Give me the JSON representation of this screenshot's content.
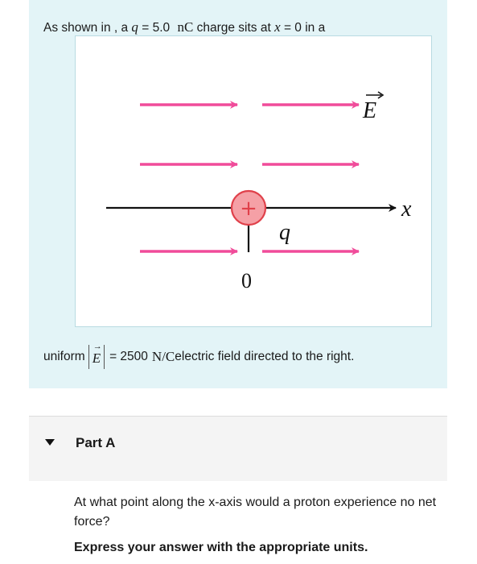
{
  "problem": {
    "intro_prefix": "As shown in , a ",
    "charge_symbol": "q",
    "charge_equals": " = 5.0 ",
    "charge_unit": "nC",
    "intro_mid": " charge sits at ",
    "position_symbol": "x",
    "position_equals": " = 0 in a",
    "outro_prefix": "uniform ",
    "field_symbol": "E",
    "field_equals": " = 2500 ",
    "field_unit": "N/C",
    "outro_suffix": " electric field directed to the right."
  },
  "figure": {
    "field_label": "E",
    "axis_label": "x",
    "charge_label": "q",
    "charge_sign": "+",
    "origin_label": "0",
    "colors": {
      "field_arrow": "#f04c9a",
      "charge_fill": "#f5a0a6",
      "charge_stroke": "#e0404a",
      "axis": "#111111"
    }
  },
  "part_a": {
    "title": "Part A",
    "question": "At what point along the x-axis would a proton experience no net force?",
    "instruction": "Express your answer with the appropriate units."
  }
}
